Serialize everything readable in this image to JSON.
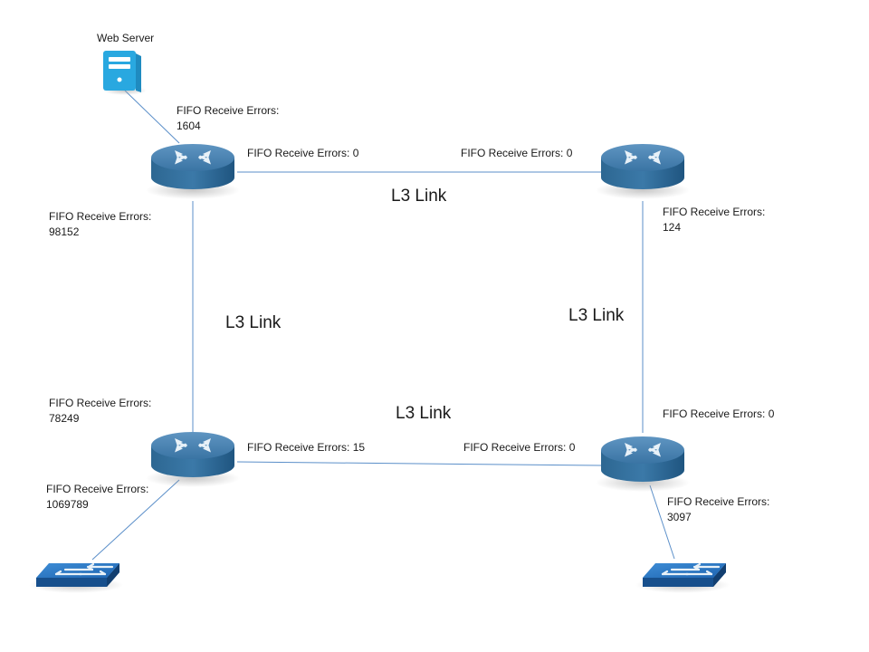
{
  "diagram": {
    "web_server": {
      "name": "Web Server"
    },
    "links": [
      {
        "id": "top",
        "label": "L3 Link"
      },
      {
        "id": "left",
        "label": "L3 Link"
      },
      {
        "id": "right",
        "label": "L3 Link"
      },
      {
        "id": "bottom",
        "label": "L3 Link"
      }
    ],
    "counters": {
      "r1_server": {
        "caption": "FIFO Receive Errors:",
        "value": "1604"
      },
      "r1_top": {
        "caption": "FIFO Receive Errors:",
        "value": "0"
      },
      "r2_top": {
        "caption": "FIFO Receive Errors:",
        "value": "0"
      },
      "r2_right": {
        "caption": "FIFO Receive Errors:",
        "value": "124"
      },
      "r1_left": {
        "caption": "FIFO Receive Errors:",
        "value": "98152"
      },
      "r3_left": {
        "caption": "FIFO Receive Errors:",
        "value": "78249"
      },
      "r3_bottom": {
        "caption": "FIFO Receive Errors:",
        "value": "15"
      },
      "r4_bottom": {
        "caption": "FIFO Receive Errors:",
        "value": "0"
      },
      "r4_right": {
        "caption": "FIFO Receive Errors:",
        "value": "0"
      },
      "r3_switch": {
        "caption": "FIFO Receive Errors:",
        "value": "1069789"
      },
      "r4_switch": {
        "caption": "FIFO Receive Errors:",
        "value": "3097"
      }
    },
    "colors": {
      "link_line": "#5b8fc9",
      "router_top": "#3f7aa8",
      "router_side": "#1f5580",
      "server_fill": "#29a8e0",
      "switch_top": "#2d77c2",
      "switch_side": "#174f8c"
    }
  }
}
